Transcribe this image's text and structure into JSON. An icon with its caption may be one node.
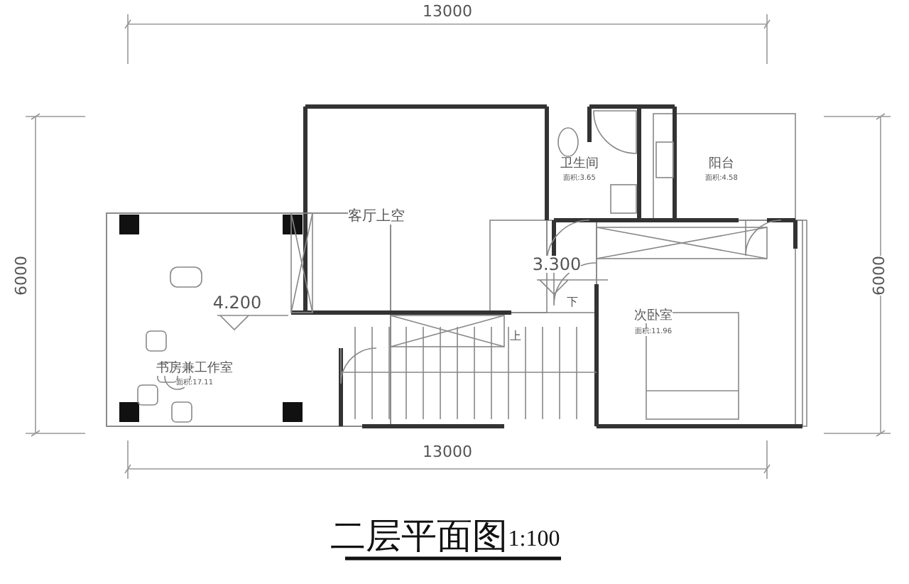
{
  "diagram": {
    "title": "二层平面图",
    "labels": [
      "13000",
      "6000",
      "6000",
      "客厅上空",
      "卫生间",
      "面积:3.65",
      "阳台",
      "面积:4.58",
      "3.300",
      "次卧室",
      "面积:11.96",
      "4.200",
      "书房兼工作室",
      "面积:17.11",
      "上",
      "下",
      "13000",
      "1:100"
    ]
  }
}
